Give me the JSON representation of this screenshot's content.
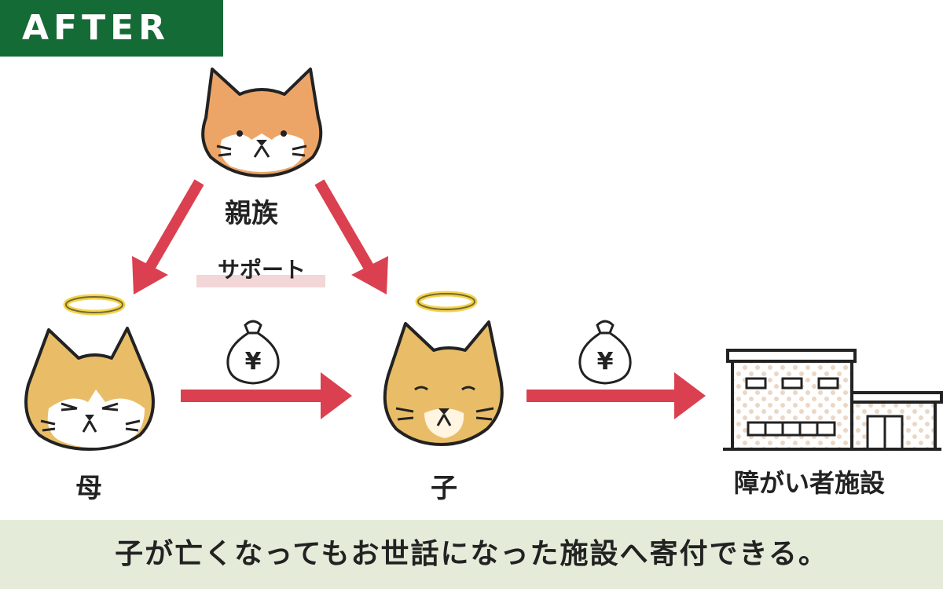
{
  "badge": {
    "label": "AFTER"
  },
  "labels": {
    "relatives": "親族",
    "support": "サポート",
    "mother": "母",
    "child": "子",
    "facility": "障がい者施設"
  },
  "money_symbol": "¥",
  "footer": {
    "text": "子が亡くなってもお世話になった施設へ寄付できる。"
  },
  "colors": {
    "badge_bg": "#156b36",
    "arrow": "#db4050",
    "footer_bg": "#e4ecd9",
    "cat_orange": "#eda567",
    "cat_yellow": "#e9bd67",
    "halo": "#f2d34b",
    "support_highlight": "#f3d6d8"
  },
  "icons": [
    "relatives-cat-icon",
    "mother-cat-icon",
    "child-cat-icon",
    "money-bag-icon",
    "facility-building-icon",
    "halo-icon"
  ]
}
